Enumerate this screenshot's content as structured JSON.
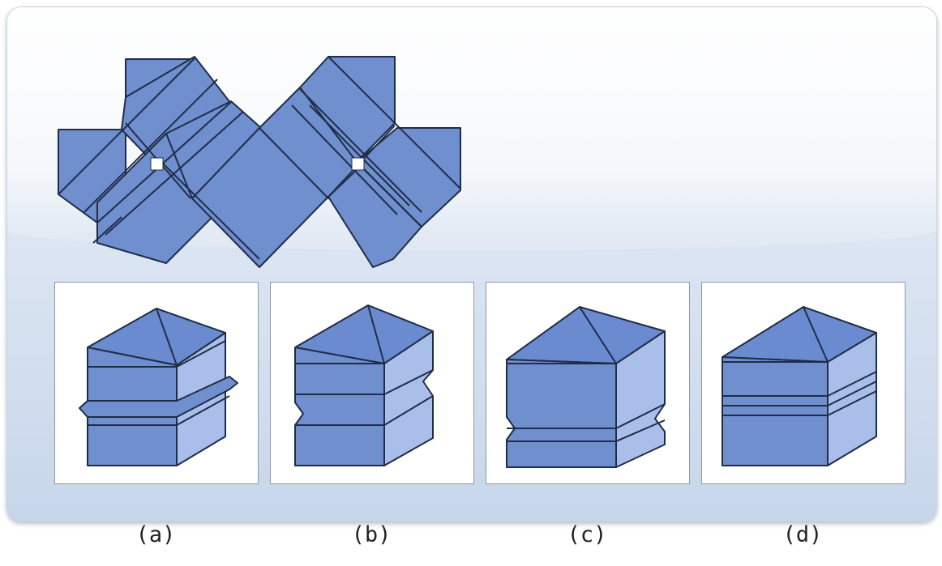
{
  "options": [
    {
      "id": "a",
      "label": "(a)"
    },
    {
      "id": "b",
      "label": "(b)"
    },
    {
      "id": "c",
      "label": "(c)"
    },
    {
      "id": "d",
      "label": "(d)"
    }
  ],
  "colors": {
    "face_main": "#6f8fcf",
    "face_light": "#a9bfe9",
    "face_top": "#6b8bd0",
    "edge": "#1f2d49",
    "panel": "#dde6f3"
  }
}
